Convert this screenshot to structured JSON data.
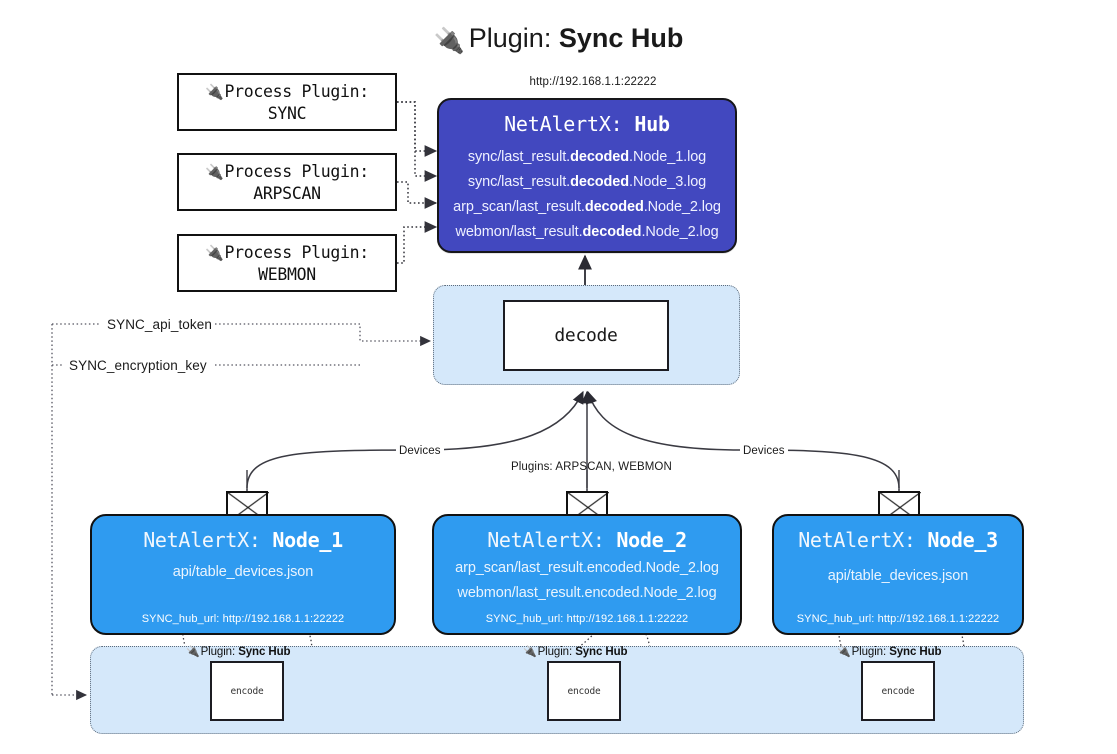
{
  "title": {
    "icon": "plug-icon",
    "prefix": "Plugin:",
    "name": "Sync Hub"
  },
  "hub": {
    "url_label": "http://192.168.1.1:22222",
    "title_prefix": "NetAlertX:",
    "title_name": "Hub",
    "lines": [
      {
        "pre": "sync/last_result.",
        "strong": "decoded",
        "post": ".Node_1.log"
      },
      {
        "pre": "sync/last_result.",
        "strong": "decoded",
        "post": ".Node_3.log"
      },
      {
        "pre": "arp_scan/last_result.",
        "strong": "decoded",
        "post": ".Node_2.log"
      },
      {
        "pre": "webmon/last_result.",
        "strong": "decoded",
        "post": ".Node_2.log"
      }
    ]
  },
  "process_plugins": [
    {
      "icon": "plug-icon",
      "line1": "Process Plugin:",
      "line2": "SYNC"
    },
    {
      "icon": "plug-icon",
      "line1": "Process Plugin:",
      "line2": "ARPSCAN"
    },
    {
      "icon": "plug-icon",
      "line1": "Process Plugin:",
      "line2": "WEBMON"
    }
  ],
  "decode": {
    "label": "decode"
  },
  "edge_labels": {
    "api_token": "SYNC_api_token",
    "encryption_key": "SYNC_encryption_key",
    "devices_left": "Devices",
    "devices_right": "Devices",
    "plugins_center": "Plugins: ARPSCAN, WEBMON"
  },
  "nodes": [
    {
      "title_prefix": "NetAlertX:",
      "title_name": "Node_1",
      "lines": [
        "api/table_devices.json"
      ],
      "footer": "SYNC_hub_url: http://192.168.1.1:22222"
    },
    {
      "title_prefix": "NetAlertX:",
      "title_name": "Node_2",
      "lines": [
        "arp_scan/last_result.encoded.Node_2.log",
        "webmon/last_result.encoded.Node_2.log"
      ],
      "footer": "SYNC_hub_url: http://192.168.1.1:22222"
    },
    {
      "title_prefix": "NetAlertX:",
      "title_name": "Node_3",
      "lines": [
        "api/table_devices.json"
      ],
      "footer": "SYNC_hub_url: http://192.168.1.1:22222"
    }
  ],
  "encoders": [
    {
      "icon": "plug-icon",
      "caption_prefix": "Plugin:",
      "caption_name": "Sync Hub",
      "label": "encode"
    },
    {
      "icon": "plug-icon",
      "caption_prefix": "Plugin:",
      "caption_name": "Sync Hub",
      "label": "encode"
    },
    {
      "icon": "plug-icon",
      "caption_prefix": "Plugin:",
      "caption_name": "Sync Hub",
      "label": "encode"
    }
  ],
  "colors": {
    "hub_fill": "#4248bf",
    "node_fill": "#2f9bf0",
    "container_fill": "#d5e8fa",
    "stroke": "#111111",
    "dotted_stroke": "#5d6b7a"
  }
}
